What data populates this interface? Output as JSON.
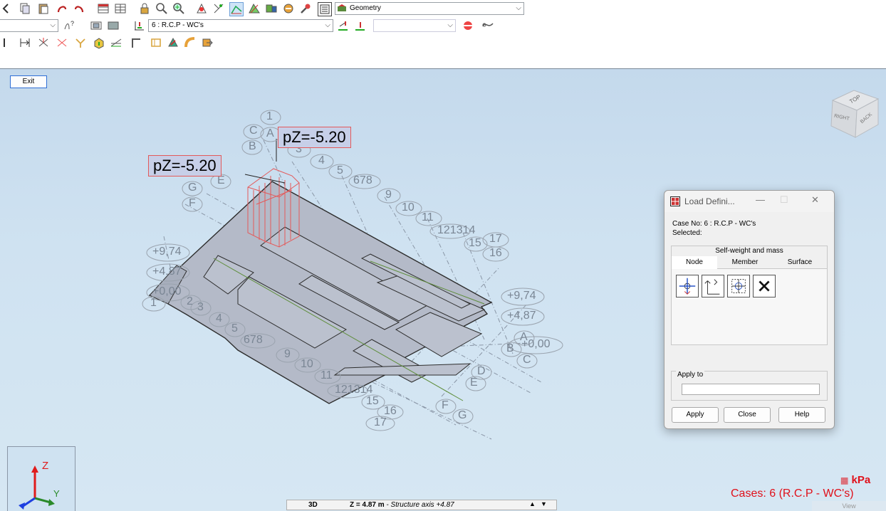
{
  "toolbar": {
    "geometry_select": "Geometry",
    "loadcase_select": "6 : R.C.P - WC's",
    "query_icon_label": "?"
  },
  "viewport": {
    "exit_label": "Exit",
    "load_labels": [
      "pZ=-5.20",
      "pZ=-5.20"
    ],
    "view_cube": {
      "top": "TOP",
      "right": "RIGHT",
      "back": "BACK"
    },
    "grid_nums_top": [
      "1",
      "3",
      "4",
      "5",
      "6",
      "7",
      "8",
      "9",
      "10",
      "11",
      "12",
      "13",
      "14",
      "15",
      "16",
      "17"
    ],
    "grid_letters_left": [
      "C",
      "A",
      "B",
      "E",
      "G",
      "F"
    ],
    "levels_left": [
      "+9,74",
      "+4,87",
      "+0,00"
    ],
    "grid_nums_bottom": [
      "1",
      "2",
      "3",
      "4",
      "5",
      "6",
      "7",
      "8",
      "9",
      "10",
      "11",
      "12",
      "13",
      "14",
      "15",
      "16",
      "17"
    ],
    "levels_right": [
      "+9,74",
      "+4,87",
      "+0,00"
    ],
    "grid_letters_right": [
      "A",
      "B",
      "C",
      "E",
      "D",
      "F",
      "G"
    ],
    "axis": {
      "z": "Z",
      "y": "Y"
    },
    "units": "kPa",
    "cases": "Cases: 6 (R.C.P - WC's)",
    "view_tab": "View"
  },
  "dialog": {
    "title": "Load Defini...",
    "minimize": "—",
    "maximize": "☐",
    "close": "✕",
    "case_line": "Case No: 6 : R.C.P - WC's",
    "selected_label": "Selected:",
    "self_weight": "Self-weight and mass",
    "tabs": [
      "Node",
      "Member",
      "Surface"
    ],
    "apply_to_label": "Apply to",
    "apply_to_value": "",
    "buttons": {
      "apply": "Apply",
      "close": "Close",
      "help": "Help"
    }
  },
  "statusbar": {
    "mode": "3D",
    "z_value": "Z = 4.87 m",
    "z_desc": " - Structure axis +4.87"
  },
  "colors": {
    "accent_red": "#e0101a",
    "viewport_bg": "#cfe2f1",
    "slab": "#b8bfcd"
  }
}
